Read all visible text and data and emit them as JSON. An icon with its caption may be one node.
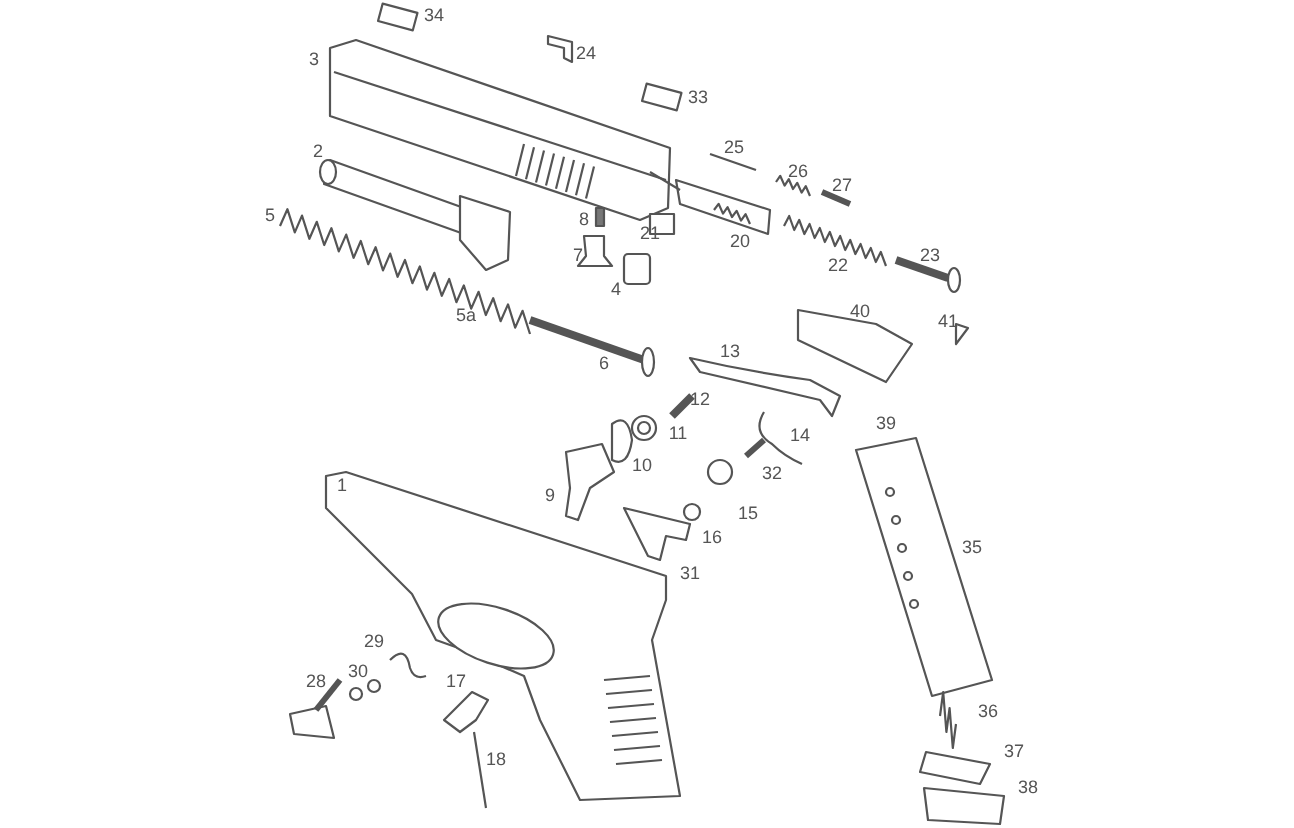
{
  "diagram": {
    "labels": [
      "34",
      "24",
      "3",
      "33",
      "25",
      "2",
      "26",
      "27",
      "5",
      "8",
      "21",
      "20",
      "7",
      "23",
      "22",
      "4",
      "40",
      "5a",
      "41",
      "13",
      "6",
      "12",
      "39",
      "14",
      "11",
      "10",
      "32",
      "1",
      "9",
      "15",
      "16",
      "35",
      "31",
      "29",
      "30",
      "28",
      "17",
      "36",
      "37",
      "18",
      "38"
    ]
  }
}
